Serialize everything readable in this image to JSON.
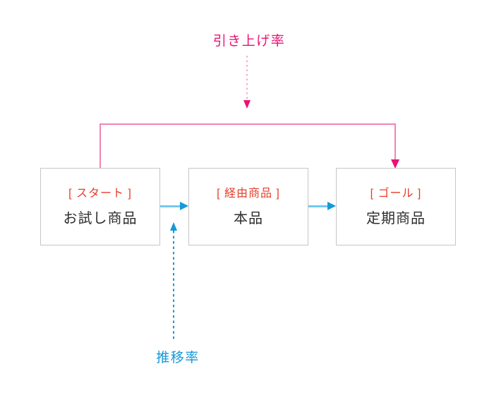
{
  "diagram": {
    "top_label": "引き上げ率",
    "bottom_label": "推移率",
    "nodes": [
      {
        "role": "[ スタート ]",
        "name": "お試し商品"
      },
      {
        "role": "[ 経由商品 ]",
        "name": "本品"
      },
      {
        "role": "[ ゴール ]",
        "name": "定期商品"
      }
    ]
  },
  "colors": {
    "pink": "#ec1173",
    "pink-line": "#f283b4",
    "pink-dot": "#f6a9cb",
    "blue": "#1499da",
    "blue-line": "#72c9f1",
    "red": "#e73c2a",
    "ink": "#2d2d2d",
    "box-border": "#c6c6c6"
  }
}
